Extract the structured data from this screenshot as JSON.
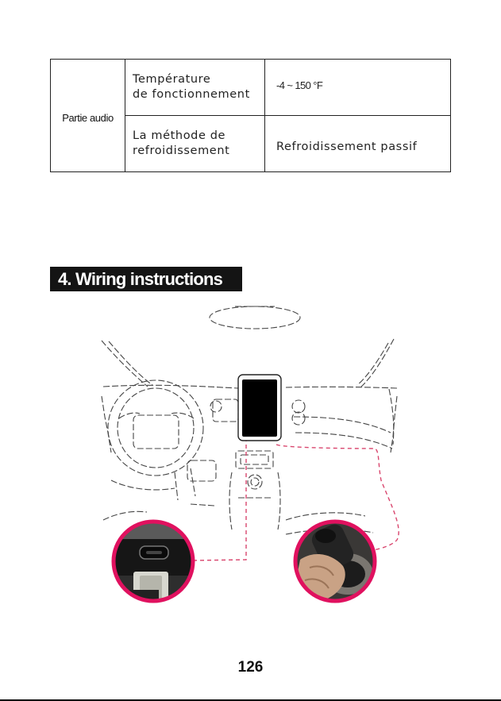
{
  "spec_table": {
    "section_label": "Partie audio",
    "rows": [
      {
        "label_lines": [
          "Température",
          "de fonctionnement"
        ],
        "value": "-4 ~ 150 °F"
      },
      {
        "label_lines": [
          "La méthode de",
          "refroidissement"
        ],
        "value": "Refroidissement passif"
      }
    ]
  },
  "section": {
    "heading": "4. Wiring instructions"
  },
  "footer": {
    "page_number": "126"
  },
  "colors": {
    "accent": "#e0115f",
    "dash": "#d9466e",
    "heading_bg": "#141414"
  }
}
